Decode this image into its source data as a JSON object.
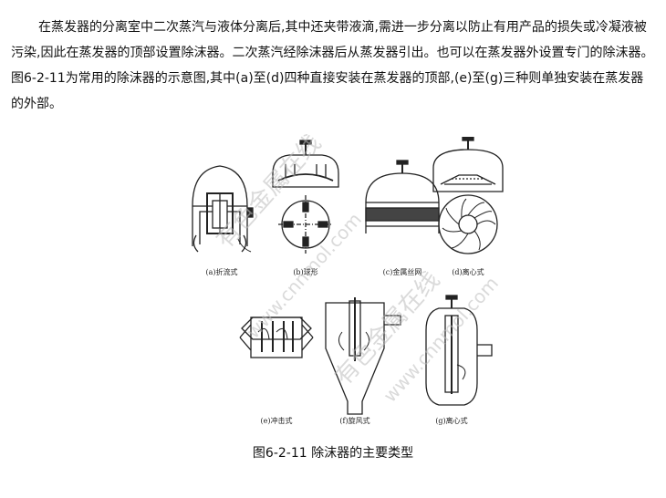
{
  "paragraph": "在蒸发器的分离室中二次蒸汽与液体分离后,其中还夹带液滴,需进一步分离以防止有用产品的损失或冷凝液被污染,因此在蒸发器的顶部设置除沫器。二次蒸汽经除沫器后从蒸发器引出。也可以在蒸发器外设置专门的除沫器。图6-2-11为常用的除沫器的示意图,其中(a)至(d)四种直接安装在蒸发器的顶部,(e)至(g)三种则单独安装在蒸发器的外部。",
  "figure": {
    "subcaptions": {
      "a": "(a)折流式",
      "b": "(b)球形",
      "c": "(c)金属丝网",
      "d": "(d)离心式",
      "e": "(e)冲击式",
      "f": "(f)旋风式",
      "g": "(g)离心式"
    },
    "watermarks": [
      "有色金属在线",
      "www.cnnmol.com",
      "有色金属在线",
      "www.cnnmol.com"
    ]
  },
  "caption": "图6-2-11 除沫器的主要类型"
}
